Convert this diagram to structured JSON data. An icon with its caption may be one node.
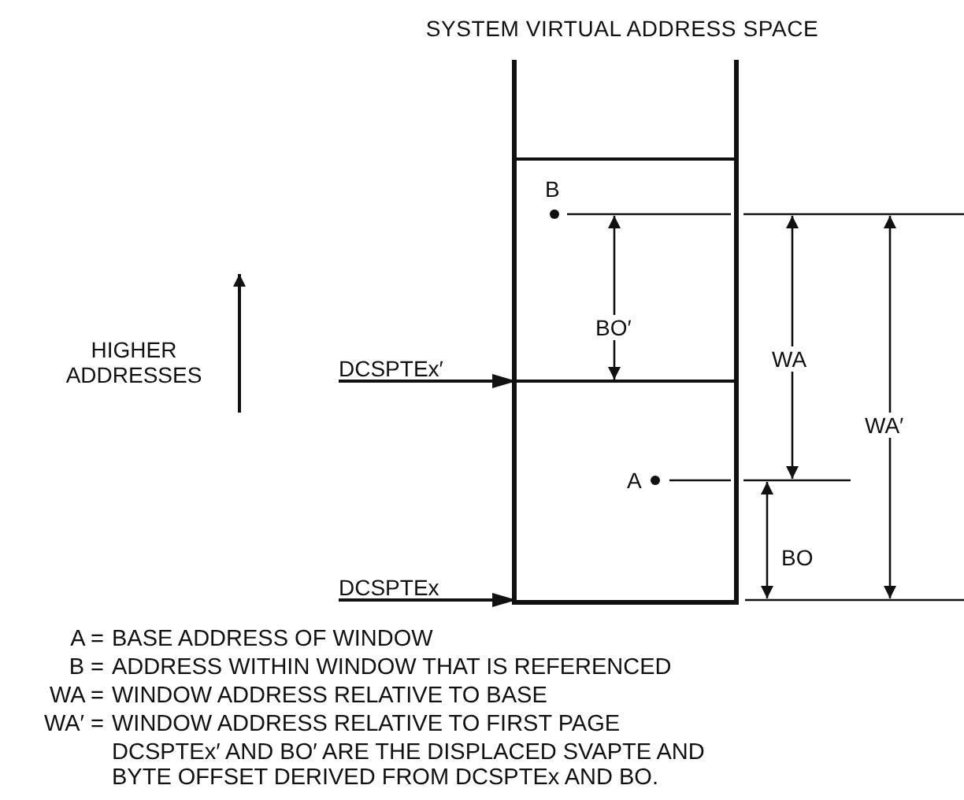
{
  "diagram": {
    "title": "SYSTEM VIRTUAL ADDRESS SPACE",
    "nodes": [
      {
        "text": [],
        "shape": "box"
      },
      {
        "text": [],
        "shape": "box",
        "in": 0
      },
      {
        "text": [
          "DCSPTEx′"
        ]
      },
      {
        "text": [
          "DCSPTEx"
        ]
      }
    ],
    "edges": [
      {
        "from": 2,
        "to": 1,
        "arrow": "to"
      },
      {
        "from": 3,
        "to": 1,
        "arrow": "to"
      }
    ],
    "labels": [
      "HIGHER ADDRESSES",
      "B",
      "A",
      "BO′",
      "WA",
      "WA′",
      "BO",
      "A =",
      "BASE ADDRESS OF WINDOW",
      "B =",
      "ADDRESS WITHIN WINDOW THAT IS REFERENCED",
      "WA =",
      "WINDOW ADDRESS RELATIVE TO BASE",
      "WA′ =",
      "WINDOW ADDRESS RELATIVE TO FIRST PAGE",
      "DCSPTEx′ AND BO′ ARE THE DISPLACED SVAPTE AND BYTE OFFSET DERIVED FROM DCSPTEx AND BO."
    ]
  }
}
